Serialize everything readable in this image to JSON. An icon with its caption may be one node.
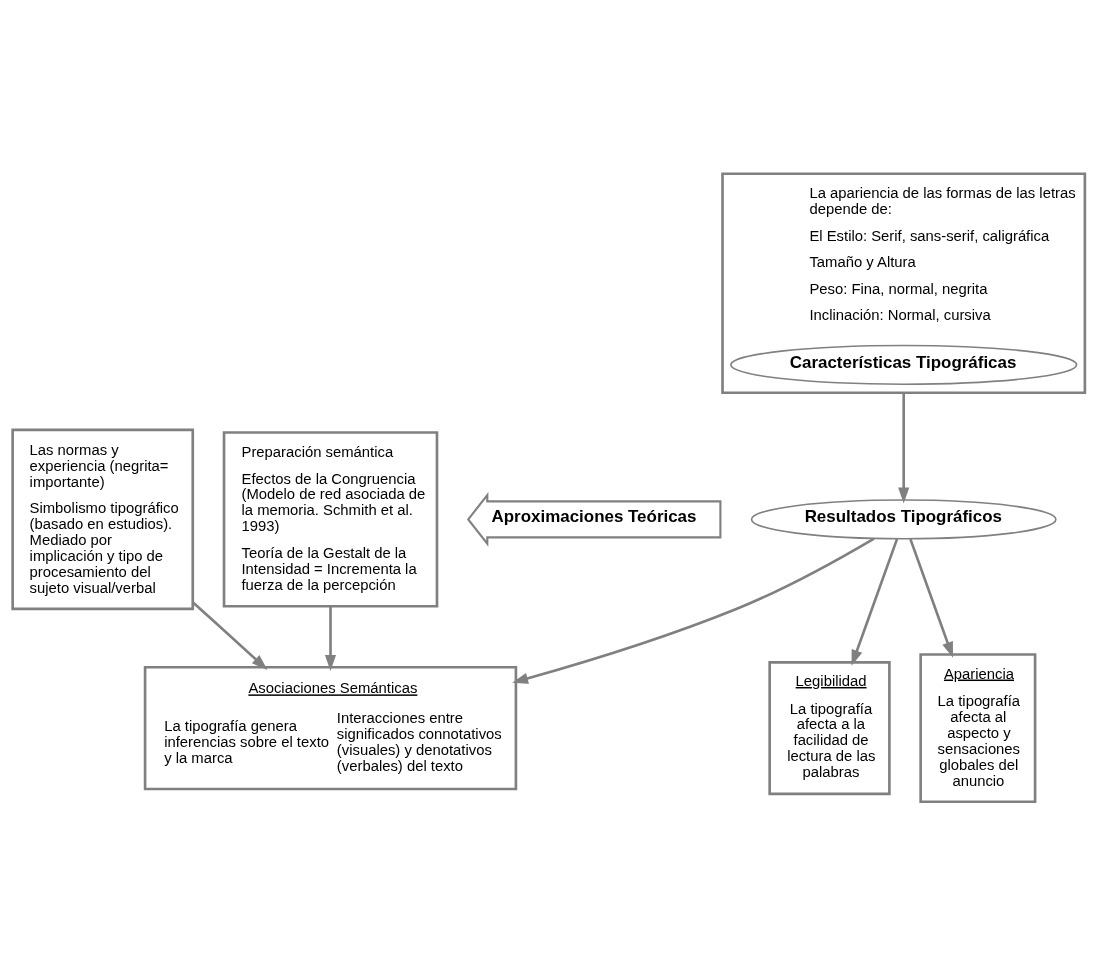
{
  "diagram": {
    "nodes": [
      {
        "text": [
          "La apariencia de las formas de las letras depende de:",
          "El Estilo: Serif, sans-serif, caligráfica",
          "Tamaño y Altura",
          "Peso: Fina, normal, negrita",
          "Inclinación: Normal, cursiva"
        ]
      },
      {
        "text": [
          "Características Tipográficas"
        ],
        "in": 0
      },
      {
        "text": [
          "Resultados Tipográficos"
        ]
      },
      {
        "text": [
          "Asociaciones Semánticas",
          "La tipografía genera inferencias sobre el texto y la marca",
          "Interacciones entre significados connotativos (visuales) y denotativos (verbales) del texto"
        ]
      },
      {
        "text": [
          "Legibilidad",
          "La tipografía afecta a la facilidad de lectura de las palabras"
        ]
      },
      {
        "text": [
          "Apariencia",
          "La tipografía afecta al aspecto y sensaciones globales del anuncio"
        ]
      },
      {
        "text": [
          "Las normas y experiencia (negrita= importante)",
          "Simbolismo tipográfico (basado en estudios). Mediado por implicación y tipo de procesamiento del sujeto visual/verbal"
        ]
      },
      {
        "text": [
          "Preparación semántica",
          "Efectos de la Congruencia (Modelo de red asociada de la memoria. Schmith et al. 1993)",
          "Teoría de la Gestalt de la Intensidad = Incrementa la fuerza de la percepción"
        ]
      },
      {
        "text": [
          "Aproximaciones Teóricas"
        ]
      }
    ],
    "edges": [
      {
        "from": 0,
        "to": 2,
        "arrow": "to"
      },
      {
        "from": 2,
        "to": 3,
        "arrow": "to"
      },
      {
        "from": 2,
        "to": 4,
        "arrow": "to"
      },
      {
        "from": 2,
        "to": 5,
        "arrow": "to"
      },
      {
        "from": 6,
        "to": 3,
        "arrow": "to"
      },
      {
        "from": 7,
        "to": 3,
        "arrow": "to"
      }
    ]
  }
}
